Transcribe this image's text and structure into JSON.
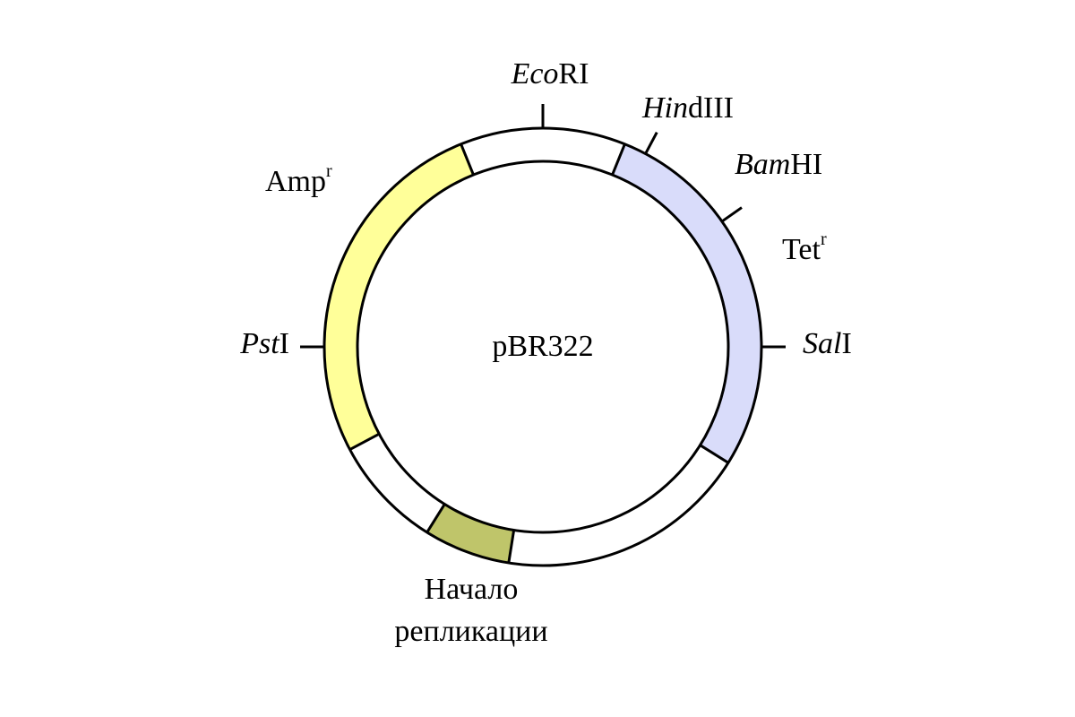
{
  "plasmid": {
    "name": "pBR322"
  },
  "sites": {
    "ecori": {
      "italic": "Eco",
      "roman": "RI"
    },
    "hindiii": {
      "italic": "Hin",
      "roman": "dIII"
    },
    "bamhi": {
      "italic": "Bam",
      "roman": "HI"
    },
    "sali": {
      "italic": "Sal",
      "roman": "I"
    },
    "psti": {
      "italic": "Pst",
      "roman": "I"
    }
  },
  "genes": {
    "amp": {
      "text": "Amp",
      "sup": "r",
      "color": "#ffff99"
    },
    "tet": {
      "text": "Tet",
      "sup": "r",
      "color": "#d9dcfa"
    }
  },
  "origin": {
    "line1": "Начало",
    "line2": "репликации",
    "color": "#bfc56a"
  },
  "colors": {
    "ring": "#ffffff",
    "stroke": "#000000"
  }
}
